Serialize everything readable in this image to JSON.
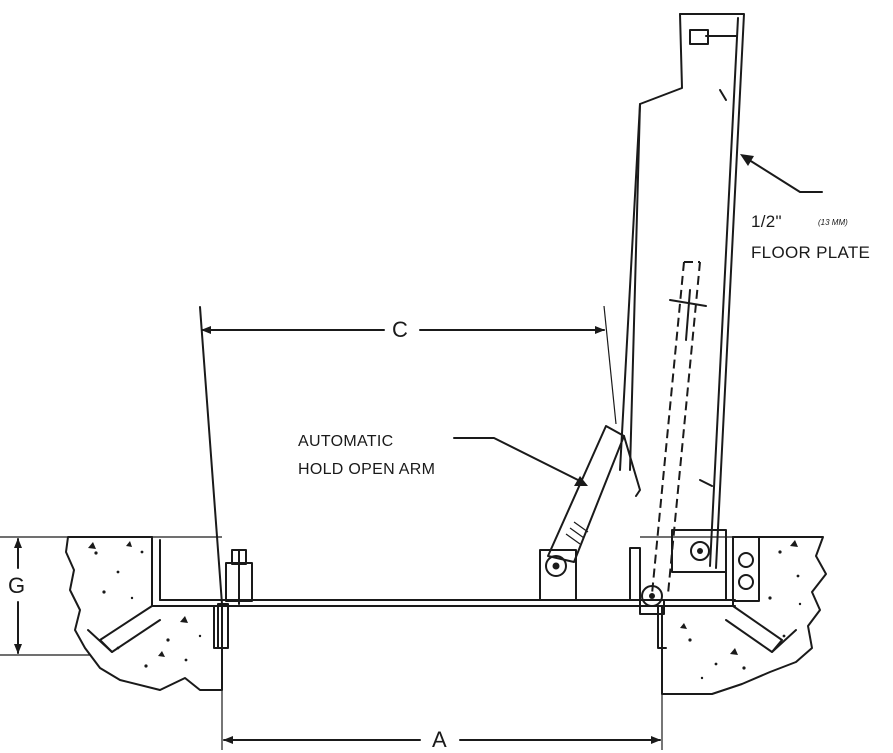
{
  "dimensions": {
    "a": "A",
    "c": "C",
    "g": "G"
  },
  "callouts": {
    "plate_thickness": "1/2\"",
    "plate_thickness_metric": "(13 MM)",
    "plate_name": "FLOOR PLATE",
    "arm_line1": "AUTOMATIC",
    "arm_line2": "HOLD OPEN ARM"
  },
  "colors": {
    "ink": "#1a1a1a",
    "background": "#ffffff"
  }
}
